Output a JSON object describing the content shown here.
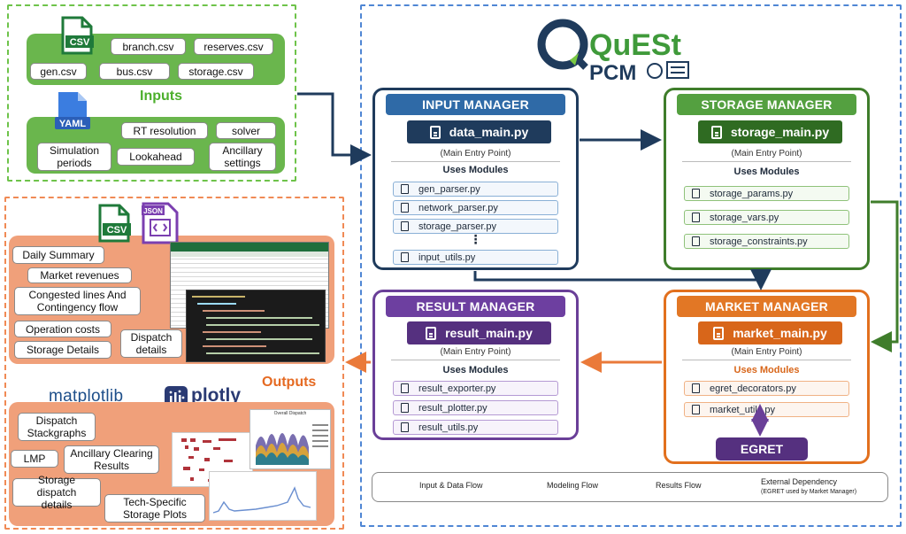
{
  "inputs": {
    "title": "Inputs",
    "csv_icon_label": "CSV",
    "yaml_icon_label": "YAML",
    "csv_files": [
      "branch.csv",
      "reserves.csv",
      "gen.csv",
      "bus.csv",
      "storage.csv"
    ],
    "yaml_settings": [
      "RT resolution",
      "solver",
      "Simulation periods",
      "Lookahead",
      "Ancillary settings"
    ]
  },
  "outputs": {
    "title": "Outputs",
    "csv_icon_label": "CSV",
    "json_icon_label": "JSON",
    "csv_items": [
      "Daily Summary",
      "Market revenues",
      "Congested lines And Contingency flow",
      "Operation costs",
      "Storage Details",
      "Dispatch details"
    ],
    "plot_libs": [
      "matplotlib",
      "plotly"
    ],
    "plot_items": [
      "Dispatch Stackgraphs",
      "LMP",
      "Ancillary Clearing Results",
      "Storage dispatch details",
      "Tech-Specific Storage Plots"
    ],
    "chart_thumbnail_title": "Overall Dispatch"
  },
  "logo": {
    "name": "QuESt",
    "sub": "PCM"
  },
  "input_manager": {
    "title": "INPUT MANAGER",
    "main": "data_main.py",
    "entry": "(Main Entry Point)",
    "uses": "Uses Modules",
    "modules": [
      "gen_parser.py",
      "network_parser.py",
      "storage_parser.py",
      "input_utils.py"
    ],
    "ellipsis": "⋮"
  },
  "storage_manager": {
    "title": "STORAGE MANAGER",
    "main": "storage_main.py",
    "entry": "(Main Entry Point)",
    "uses": "Uses Modules",
    "modules": [
      "storage_params.py",
      "storage_vars.py",
      "storage_constraints.py"
    ]
  },
  "result_manager": {
    "title": "RESULT MANAGER",
    "main": "result_main.py",
    "entry": "(Main Entry Point)",
    "uses": "Uses Modules",
    "modules": [
      "result_exporter.py",
      "result_plotter.py",
      "result_utils.py"
    ]
  },
  "market_manager": {
    "title": "MARKET MANAGER",
    "main": "market_main.py",
    "entry": "(Main Entry Point)",
    "uses": "Uses Modules",
    "modules": [
      "egret_decorators.py",
      "market_utils.py"
    ],
    "dependency": "EGRET"
  },
  "legend": {
    "items": [
      "Input & Data Flow",
      "Modeling Flow",
      "Results Flow",
      "External Dependency",
      "(EGRET used by Market Manager)"
    ]
  },
  "colors": {
    "input": "#1f3b5c",
    "storage": "#3f7d2b",
    "result": "#6a3f98",
    "market": "#e2701e",
    "input_head": "#2f6aa7",
    "storage_head": "#54a040",
    "result_head": "#6d3fa0",
    "market_head": "#e27725"
  }
}
